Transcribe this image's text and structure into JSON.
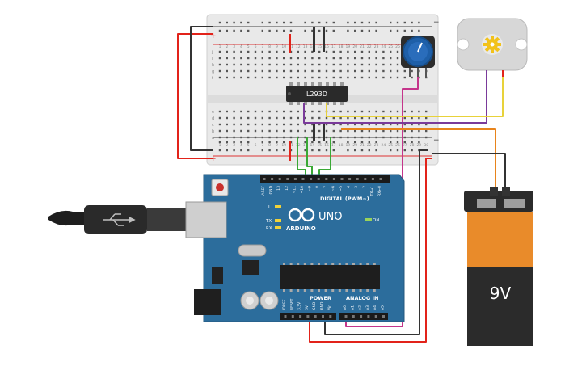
{
  "breadboard": {
    "column_numbers": [
      "1",
      "2",
      "3",
      "4",
      "5",
      "6",
      "7",
      "8",
      "9",
      "10",
      "11",
      "12",
      "13",
      "14",
      "15",
      "16",
      "17",
      "18",
      "19",
      "20",
      "21",
      "22",
      "23",
      "24",
      "25",
      "26",
      "27",
      "28",
      "29",
      "30"
    ],
    "row_letters_top": [
      "j",
      "i",
      "h",
      "g",
      "f"
    ],
    "row_letters_bottom": [
      "e",
      "d",
      "c",
      "b",
      "a"
    ],
    "rail_plus": "+",
    "rail_minus": "−"
  },
  "chip": {
    "label": "L293D"
  },
  "arduino": {
    "brand": "ARDUINO",
    "model": "UNO",
    "digital_label": "DIGITAL (PWM~)",
    "analog_label": "ANALOG IN",
    "power_label": "POWER",
    "led_l": "L",
    "led_tx": "TX",
    "led_rx": "RX",
    "led_on": "ON",
    "digital_pins": [
      "AREF",
      "GND",
      "13",
      "12",
      "~11",
      "~10",
      "~9",
      "8",
      "7",
      "~6",
      "~5",
      "4",
      "~3",
      "2",
      "TX→1",
      "RX←0"
    ],
    "power_pins": [
      "IOREF",
      "RESET",
      "3.3V",
      "5V",
      "GND",
      "GND",
      "Vin"
    ],
    "analog_pins": [
      "A0",
      "A1",
      "A2",
      "A3",
      "A4",
      "A5"
    ]
  },
  "battery": {
    "label": "9V"
  },
  "colors": {
    "red_wire": "#e2231a",
    "black_wire": "#333333",
    "green_wire": "#3aa935",
    "magenta_wire": "#c5358b",
    "purple_wire": "#7a3a9a",
    "yellow_wire": "#e8d23a",
    "orange_wire": "#e8841c",
    "board_blue": "#2c6d9c",
    "battery_orange": "#e98b2a"
  }
}
